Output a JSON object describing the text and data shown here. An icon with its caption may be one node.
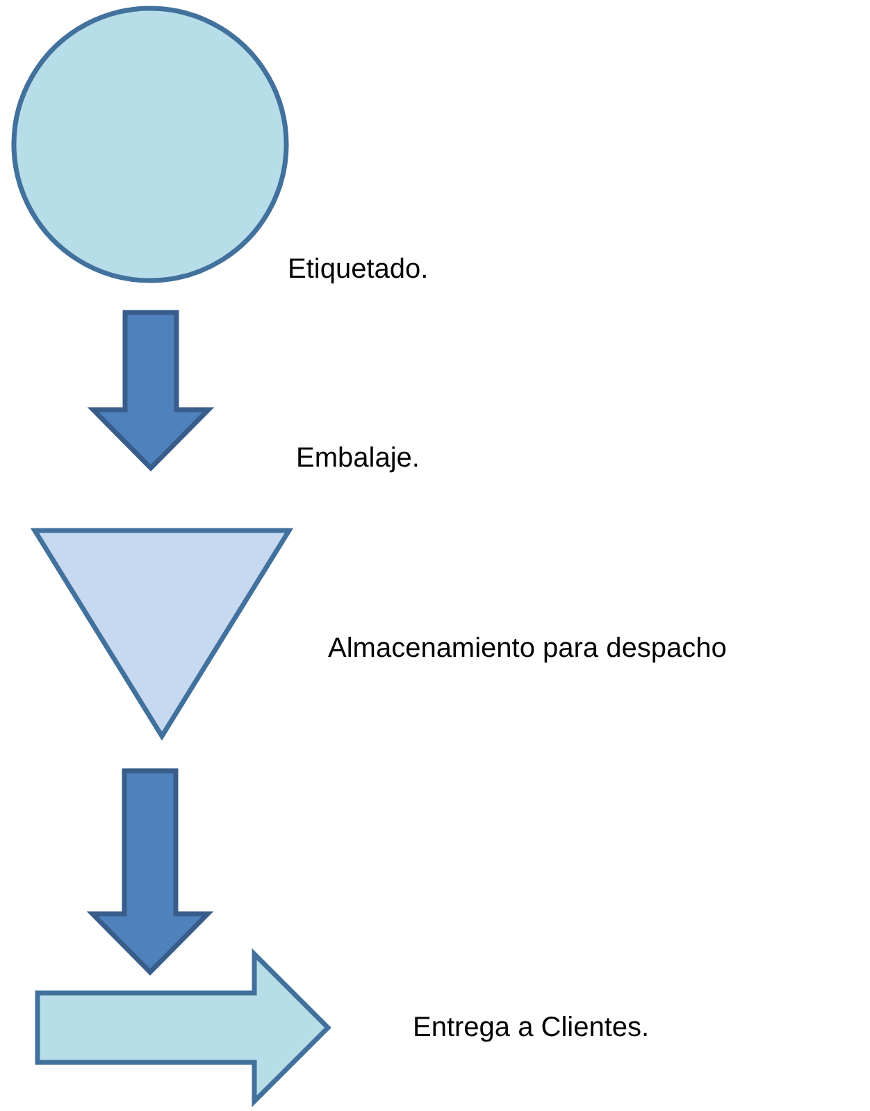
{
  "diagram": {
    "nodes": [
      {
        "text": [],
        "shape": "circle",
        "beside": [
          "Etiquetado."
        ]
      },
      {
        "text": [],
        "shape": "arrow",
        "beside": [
          "Embalaje."
        ]
      },
      {
        "text": [],
        "shape": "triangle",
        "beside": [
          "Almacenamiento para despacho"
        ]
      },
      {
        "text": [],
        "shape": "arrow",
        "beside": [
          "Entrega a Clientes."
        ]
      }
    ],
    "edges": [
      {
        "from": 2,
        "to": 3,
        "arrow": "to"
      }
    ]
  }
}
